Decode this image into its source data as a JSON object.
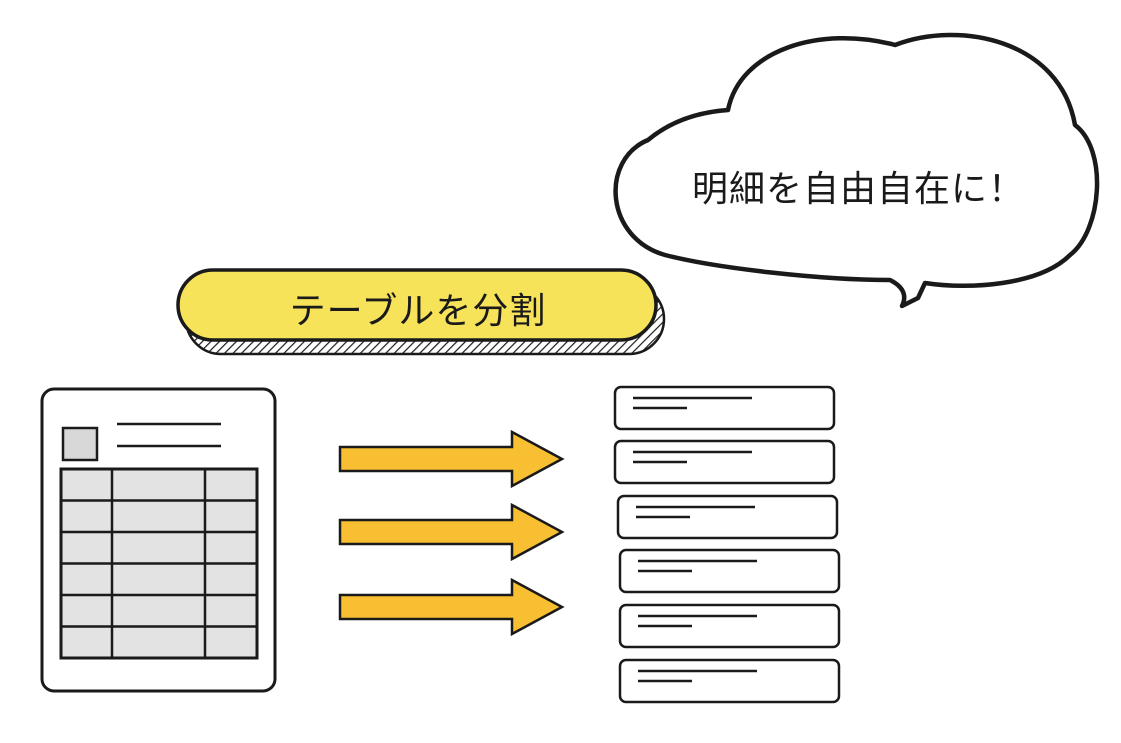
{
  "speech_bubble": {
    "text": "明細を自由自在に！"
  },
  "pill_label": {
    "text": "テーブルを分割"
  },
  "colors": {
    "pill_fill": "#f7e35a",
    "arrow_fill": "#f8bf33",
    "cell_fill": "#e3e3e3",
    "stroke": "#1a1a1a"
  },
  "source_table": {
    "rows": 6,
    "columns": 3
  },
  "arrows": {
    "count": 3
  },
  "detail_cards": {
    "count": 6
  }
}
